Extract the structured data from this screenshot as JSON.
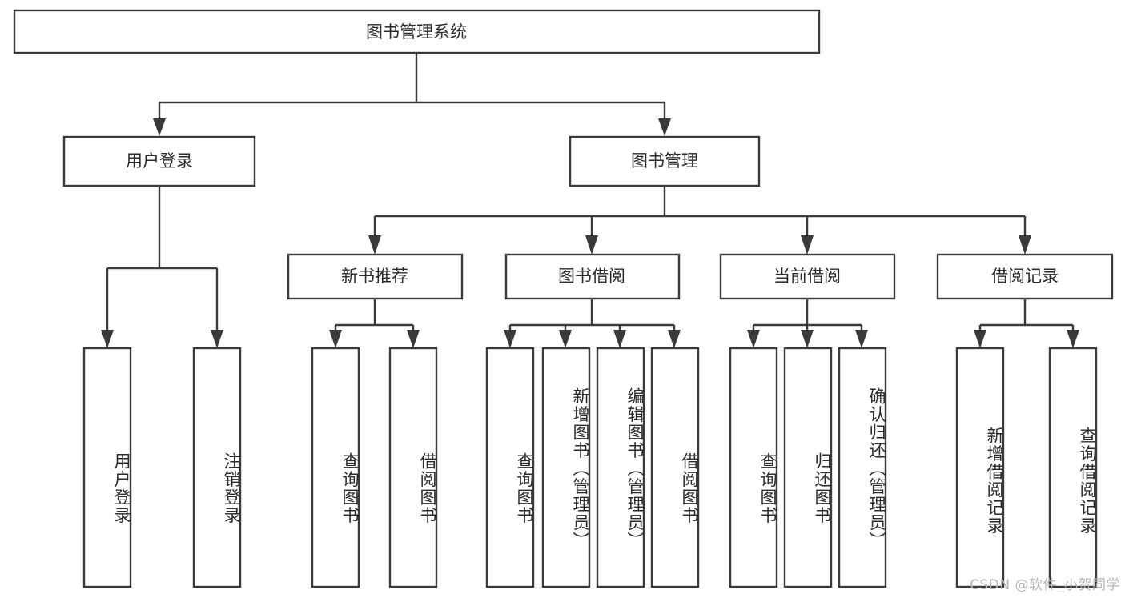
{
  "diagram": {
    "type": "tree-hierarchy-chart",
    "title": "图书管理系统",
    "watermark": "CSDN @软件_小贺同学",
    "colors": {
      "stroke": "#3a3a3a",
      "box_fill": "#ffffff",
      "text": "#2b2b2b",
      "watermark": "#b6b6b6",
      "background": "#ffffff"
    },
    "nodes": {
      "root": {
        "label": "图书管理系统",
        "orientation": "horizontal"
      },
      "level2": [
        {
          "label": "用户登录",
          "orientation": "horizontal"
        },
        {
          "label": "图书管理",
          "orientation": "horizontal"
        }
      ],
      "level3": [
        {
          "label": "新书推荐",
          "orientation": "horizontal"
        },
        {
          "label": "图书借阅",
          "orientation": "horizontal"
        },
        {
          "label": "当前借阅",
          "orientation": "horizontal"
        },
        {
          "label": "借阅记录",
          "orientation": "horizontal"
        }
      ],
      "leaves": {
        "user_login": [
          {
            "label": "用户登录",
            "orientation": "vertical"
          },
          {
            "label": "注销登录",
            "orientation": "vertical"
          }
        ],
        "new_book_recommend": [
          {
            "label": "查询图书",
            "orientation": "vertical"
          },
          {
            "label": "借阅图书",
            "orientation": "vertical"
          }
        ],
        "book_borrow": [
          {
            "label": "查询图书",
            "orientation": "vertical"
          },
          {
            "label": "新增图书（管理员）",
            "orientation": "vertical"
          },
          {
            "label": "编辑图书（管理员）",
            "orientation": "vertical"
          },
          {
            "label": "借阅图书",
            "orientation": "vertical"
          }
        ],
        "current_borrow": [
          {
            "label": "查询图书",
            "orientation": "vertical"
          },
          {
            "label": "归还图书",
            "orientation": "vertical"
          },
          {
            "label": "确认归还（管理员）",
            "orientation": "vertical"
          }
        ],
        "borrow_record": [
          {
            "label": "新增借阅记录",
            "orientation": "vertical"
          },
          {
            "label": "查询借阅记录",
            "orientation": "vertical"
          }
        ]
      }
    }
  }
}
